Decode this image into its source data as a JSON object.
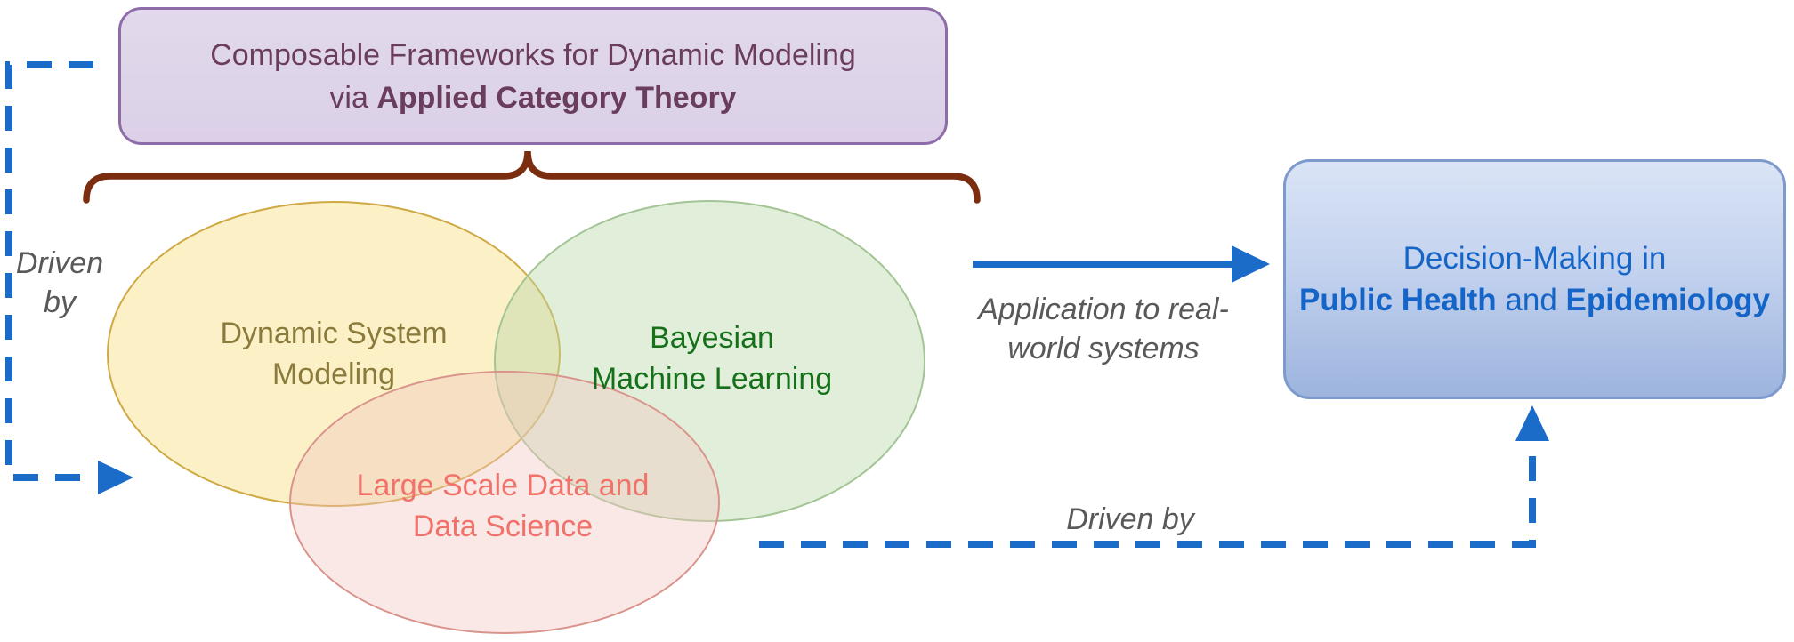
{
  "top_box": {
    "line1": "Composable Frameworks for Dynamic Modeling",
    "line2_prefix": "via ",
    "line2_bold": "Applied Category Theory"
  },
  "venn": {
    "dynamic_system_modeling": {
      "line1": "Dynamic System",
      "line2": "Modeling"
    },
    "bayesian_machine_learning": {
      "line1": "Bayesian",
      "line2": "Machine Learning"
    },
    "large_scale_data": {
      "line1": "Large Scale Data and",
      "line2": "Data Science"
    }
  },
  "annotations": {
    "driven_by_left": {
      "line1": "Driven",
      "line2": "by"
    },
    "application": {
      "line1": "Application to real-",
      "line2": "world systems"
    },
    "driven_by_bottom": "Driven by"
  },
  "outcome_box": {
    "line1": "Decision-Making in",
    "line2_bold1": "Public Health",
    "line2_mid": " and ",
    "line2_bold2": "Epidemiology"
  },
  "colors": {
    "purple_box_fill": "#DED4E9",
    "purple_box_border": "#8E6CA9",
    "purple_text": "#6A3D5C",
    "brace": "#7B2D10",
    "yellow_text": "#8A7A3B",
    "green_text": "#15701A",
    "pink_text": "#F0726A",
    "blue_arrow": "#1B6CC8",
    "blue_text": "#1565C8",
    "gray_text": "#595959"
  }
}
